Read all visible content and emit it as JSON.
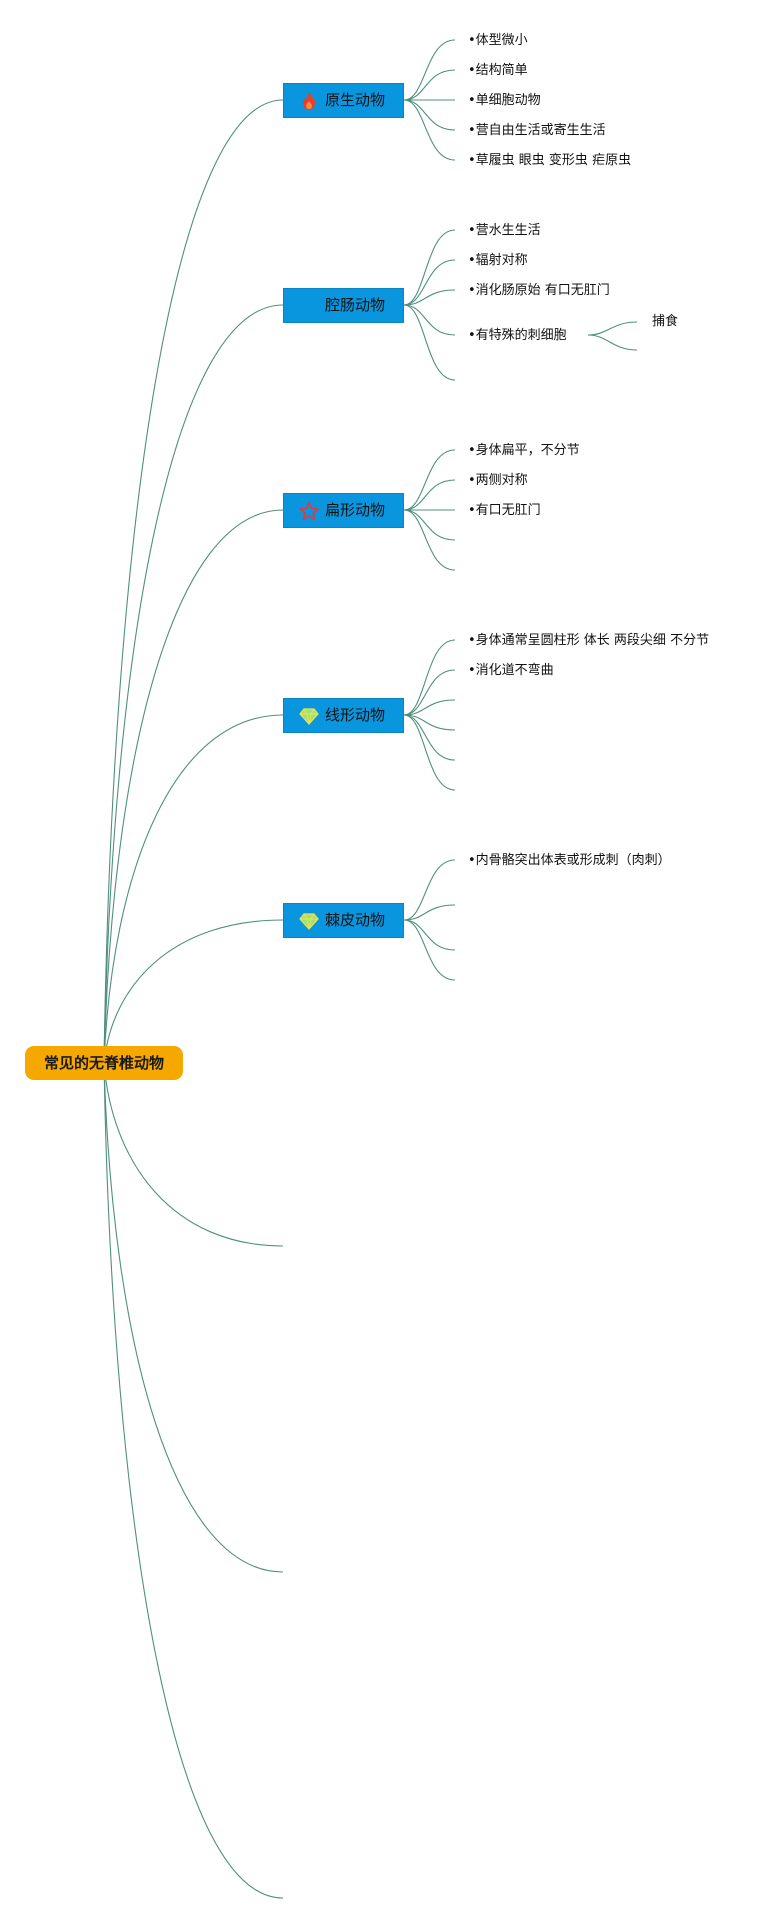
{
  "root": "常见的无脊椎动物",
  "colors": {
    "root_fill": "#f7a800",
    "branch_fill": "#0a96de",
    "line": "#4f8f7f",
    "fire": "#e8402a",
    "star": "#e03a3a",
    "gem_green": "#9be37a",
    "gem_yellow": "#f4e04a"
  },
  "branches": [
    {
      "label": "原生动物",
      "icon": "fire-icon",
      "leaves": [
        "•体型微小",
        "•结构简单",
        "•单细胞动物",
        "•营自由生活或寄生生活",
        "•草履虫 眼虫 变形虫 疟原虫"
      ]
    },
    {
      "label": "腔肠动物",
      "icon": "",
      "leaves": [
        "•营水生生活",
        "•辐射对称",
        "•消化肠原始 有口无肛门",
        "•有特殊的刺细胞"
      ],
      "sub": "捕食"
    },
    {
      "label": "扁形动物",
      "icon": "star-icon",
      "leaves": [
        "•身体扁平，不分节",
        "•两侧对称",
        "•有口无肛门"
      ]
    },
    {
      "label": "线形动物",
      "icon": "gem-icon",
      "leaves": [
        "•身体通常呈圆柱形 体长 两段尖细 不分节",
        "•消化道不弯曲"
      ]
    },
    {
      "label": "棘皮动物",
      "icon": "gem-icon",
      "leaves": [
        "•内骨骼突出体表或形成刺（肉刺）"
      ]
    }
  ]
}
